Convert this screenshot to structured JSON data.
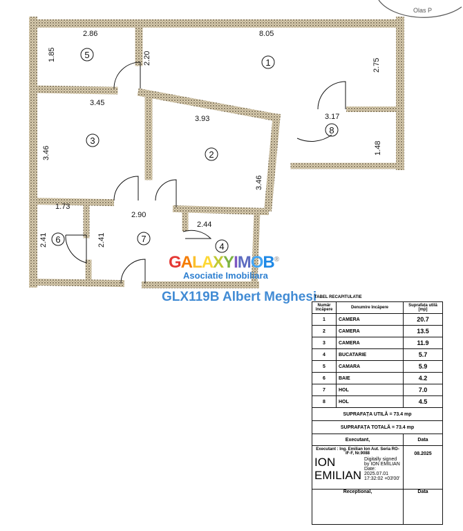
{
  "plan": {
    "dimensions": [
      "2.86",
      "8.05",
      "1.85",
      "2.20",
      "2.75",
      "3.45",
      "3.93",
      "3.17",
      "1.48",
      "3.46",
      "3.46",
      "1.73",
      "2.90",
      "2.44",
      "2.41",
      "2.41"
    ],
    "rooms": [
      "1",
      "2",
      "3",
      "4",
      "5",
      "6",
      "7",
      "8"
    ]
  },
  "stamp_text": "Olas P",
  "watermark": {
    "brand": [
      "G",
      "A",
      "L",
      "A",
      "X",
      "Y",
      "I",
      "M",
      "O",
      "B"
    ],
    "registered": "®",
    "subtitle": "Asociatie Imobiliara",
    "listing": "GLX119B Albert Meghesi"
  },
  "table": {
    "caption": "TABEL RECAPITULATIE",
    "headers": [
      "Numär încăpere",
      "Denumire încăpere",
      "Suprafața utilă [mp]"
    ],
    "rows": [
      [
        "1",
        "CAMERA",
        "20.7"
      ],
      [
        "2",
        "CAMERA",
        "13.5"
      ],
      [
        "3",
        "CAMERA",
        "11.9"
      ],
      [
        "4",
        "BUCATARIE",
        "5.7"
      ],
      [
        "5",
        "CAMARA",
        "5.9"
      ],
      [
        "6",
        "BAIE",
        "4.2"
      ],
      [
        "7",
        "HOL",
        "7.0"
      ],
      [
        "8",
        "HOL",
        "4.5"
      ]
    ],
    "useful_area": "SUPRAFAȚA UTILĂ = 73.4  mp",
    "total_area": "SUPRAFAȚA TOTALĂ = 73.4  mp",
    "executant_label": "Executant,",
    "date_label": "Data",
    "executant_info": "Executant : Ing. Emilian Ion Aut. Seria RO-IF-F, Nr.9088",
    "signature_name_1": "ION",
    "signature_name_2": "EMILIAN",
    "signature_text": "Digitally signed by ION EMILIAN Date: 2025.07.01 17:32:02 +03'00'",
    "date_value": "08.2025",
    "receptional_label": "Receptional,",
    "date_label_2": "Data"
  },
  "colors": {
    "wall": "#b9ab8c",
    "watermark_blue": "#2d7fd0"
  }
}
